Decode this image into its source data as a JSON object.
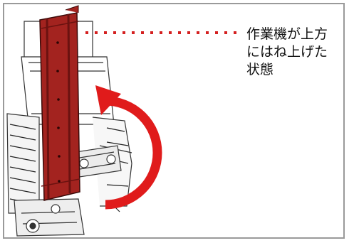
{
  "caption": {
    "line1": "作業機が上方",
    "line2": "にはね上げた",
    "line3": "状態"
  },
  "colors": {
    "implement_red": "#a3231f",
    "implement_dark": "#6b1210",
    "arrow_red": "#e01b1b",
    "dotted_red": "#d42020",
    "frame_gray": "#9a9a9a",
    "line_art": "#222222"
  }
}
